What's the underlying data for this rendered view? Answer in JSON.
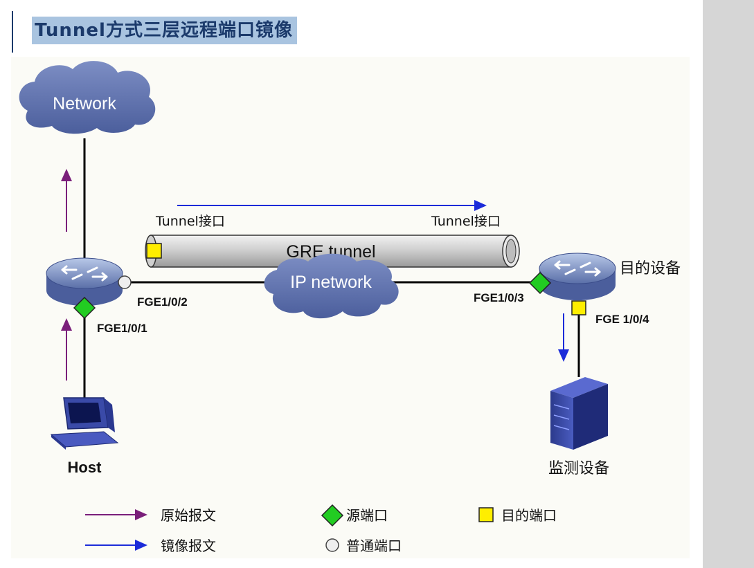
{
  "title": "Tunnel方式三层远程端口镜像",
  "diagram": {
    "cloud_network": "Network",
    "cloud_ip": "IP network",
    "tunnel_label": "GRE tunnel",
    "tunnel_if_left": "Tunnel接口",
    "tunnel_if_right": "Tunnel接口",
    "port_fge_1_0_1": "FGE1/0/1",
    "port_fge_1_0_2": "FGE1/0/2",
    "port_fge_1_0_3": "FGE1/0/3",
    "port_fge_1_0_4": "FGE 1/0/4",
    "dest_device": "目的设备",
    "host": "Host",
    "monitor_device": "监测设备"
  },
  "legend": {
    "original": "原始报文",
    "mirrored": "镜像报文",
    "source_port": "源端口",
    "normal_port": "普通端口",
    "dest_port": "目的端口"
  },
  "colors": {
    "original_arrow": "#7a1f7a",
    "mirror_arrow": "#1b2bd9",
    "source_port": "#22cc22",
    "dest_port": "#ffee00",
    "cloud": "#5a6fa8",
    "title_bg": "#a9c4e0"
  }
}
